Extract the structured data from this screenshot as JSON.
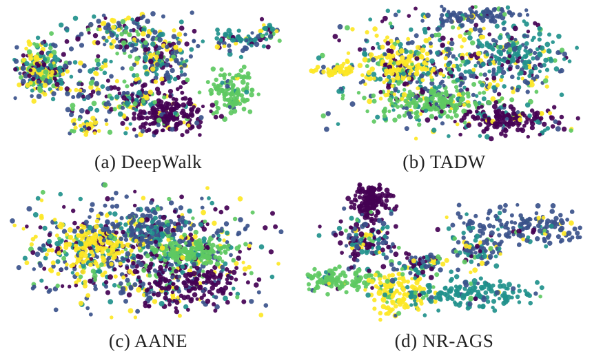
{
  "chart_data": [
    {
      "type": "scatter",
      "title": "(a) DeepWalk",
      "class_colors": [
        "#440154",
        "#3b528b",
        "#21918c",
        "#5ec962",
        "#fde725"
      ],
      "clusters": [
        {
          "cx": 0.12,
          "cy": 0.48,
          "sx": 0.045,
          "sy": 0.09,
          "n": 260,
          "mix": [
            0.15,
            0.2,
            0.2,
            0.2,
            0.25
          ]
        },
        {
          "cx": 0.55,
          "cy": 0.38,
          "sx": 0.06,
          "sy": 0.12,
          "n": 180,
          "mix": [
            0.15,
            0.45,
            0.15,
            0.1,
            0.15
          ]
        },
        {
          "cx": 0.8,
          "cy": 0.62,
          "sx": 0.04,
          "sy": 0.09,
          "n": 120,
          "mix": [
            0.02,
            0.05,
            0.05,
            0.85,
            0.03
          ]
        },
        {
          "cx": 0.57,
          "cy": 0.8,
          "sx": 0.07,
          "sy": 0.07,
          "n": 200,
          "mix": [
            0.8,
            0.05,
            0.05,
            0.05,
            0.05
          ]
        },
        {
          "cx": 0.4,
          "cy": 0.2,
          "sx": 0.08,
          "sy": 0.08,
          "n": 110,
          "mix": [
            0.15,
            0.35,
            0.2,
            0.1,
            0.2
          ]
        },
        {
          "cx": 0.82,
          "cy": 0.26,
          "sx": 0.06,
          "sy": 0.03,
          "n": 70,
          "mix": [
            0.1,
            0.2,
            0.55,
            0.05,
            0.1
          ]
        },
        {
          "cx": 0.93,
          "cy": 0.2,
          "sx": 0.02,
          "sy": 0.03,
          "n": 25,
          "mix": [
            0.1,
            0.3,
            0.3,
            0.2,
            0.1
          ]
        },
        {
          "cx": 0.3,
          "cy": 0.6,
          "sx": 0.09,
          "sy": 0.16,
          "n": 120,
          "mix": [
            0.2,
            0.25,
            0.2,
            0.15,
            0.2
          ]
        },
        {
          "cx": 0.28,
          "cy": 0.88,
          "sx": 0.03,
          "sy": 0.03,
          "n": 30,
          "mix": [
            0.05,
            0.1,
            0.05,
            0.1,
            0.7
          ]
        },
        {
          "cx": 0.45,
          "cy": 0.7,
          "sx": 0.05,
          "sy": 0.05,
          "n": 60,
          "mix": [
            0.2,
            0.3,
            0.2,
            0.1,
            0.2
          ]
        }
      ]
    },
    {
      "type": "scatter",
      "title": "(b) TADW",
      "class_colors": [
        "#440154",
        "#3b528b",
        "#21918c",
        "#5ec962",
        "#fde725"
      ],
      "clusters": [
        {
          "cx": 0.5,
          "cy": 0.48,
          "sx": 0.2,
          "sy": 0.2,
          "n": 500,
          "mix": [
            0.15,
            0.25,
            0.25,
            0.15,
            0.2
          ]
        },
        {
          "cx": 0.6,
          "cy": 0.08,
          "sx": 0.08,
          "sy": 0.03,
          "n": 90,
          "mix": [
            0.05,
            0.8,
            0.05,
            0.05,
            0.05
          ]
        },
        {
          "cx": 0.45,
          "cy": 0.72,
          "sx": 0.1,
          "sy": 0.06,
          "n": 180,
          "mix": [
            0.02,
            0.05,
            0.05,
            0.85,
            0.03
          ]
        },
        {
          "cx": 0.72,
          "cy": 0.85,
          "sx": 0.1,
          "sy": 0.05,
          "n": 150,
          "mix": [
            0.85,
            0.05,
            0.05,
            0.02,
            0.03
          ]
        },
        {
          "cx": 0.12,
          "cy": 0.48,
          "sx": 0.04,
          "sy": 0.02,
          "n": 40,
          "mix": [
            0.02,
            0.03,
            0.05,
            0.05,
            0.85
          ]
        },
        {
          "cx": 0.35,
          "cy": 0.45,
          "sx": 0.07,
          "sy": 0.08,
          "n": 140,
          "mix": [
            0.05,
            0.05,
            0.05,
            0.05,
            0.8
          ]
        },
        {
          "cx": 0.75,
          "cy": 0.35,
          "sx": 0.07,
          "sy": 0.1,
          "n": 140,
          "mix": [
            0.05,
            0.2,
            0.7,
            0.02,
            0.03
          ]
        }
      ]
    },
    {
      "type": "scatter",
      "title": "(c) AANE",
      "class_colors": [
        "#440154",
        "#3b528b",
        "#21918c",
        "#5ec962",
        "#fde725"
      ],
      "clusters": [
        {
          "cx": 0.48,
          "cy": 0.5,
          "sx": 0.22,
          "sy": 0.18,
          "n": 700,
          "mix": [
            0.2,
            0.3,
            0.2,
            0.1,
            0.2
          ]
        },
        {
          "cx": 0.65,
          "cy": 0.48,
          "sx": 0.06,
          "sy": 0.05,
          "n": 160,
          "mix": [
            0.02,
            0.03,
            0.05,
            0.88,
            0.02
          ]
        },
        {
          "cx": 0.3,
          "cy": 0.45,
          "sx": 0.07,
          "sy": 0.08,
          "n": 160,
          "mix": [
            0.05,
            0.05,
            0.05,
            0.03,
            0.82
          ]
        },
        {
          "cx": 0.65,
          "cy": 0.7,
          "sx": 0.1,
          "sy": 0.08,
          "n": 160,
          "mix": [
            0.85,
            0.08,
            0.03,
            0.02,
            0.02
          ]
        },
        {
          "cx": 0.48,
          "cy": 0.3,
          "sx": 0.08,
          "sy": 0.08,
          "n": 150,
          "mix": [
            0.1,
            0.6,
            0.2,
            0.05,
            0.05
          ]
        }
      ]
    },
    {
      "type": "scatter",
      "title": "(d) NR-AGS",
      "class_colors": [
        "#440154",
        "#3b528b",
        "#21918c",
        "#5ec962",
        "#fde725"
      ],
      "clusters": [
        {
          "cx": 0.24,
          "cy": 0.12,
          "sx": 0.03,
          "sy": 0.07,
          "n": 160,
          "mix": [
            0.95,
            0.02,
            0.01,
            0.01,
            0.01
          ]
        },
        {
          "cx": 0.22,
          "cy": 0.4,
          "sx": 0.06,
          "sy": 0.08,
          "n": 140,
          "mix": [
            0.3,
            0.3,
            0.25,
            0.05,
            0.1
          ]
        },
        {
          "cx": 0.1,
          "cy": 0.68,
          "sx": 0.07,
          "sy": 0.04,
          "n": 120,
          "mix": [
            0.02,
            0.03,
            0.05,
            0.88,
            0.02
          ]
        },
        {
          "cx": 0.33,
          "cy": 0.78,
          "sx": 0.05,
          "sy": 0.08,
          "n": 130,
          "mix": [
            0.02,
            0.03,
            0.05,
            0.05,
            0.85
          ]
        },
        {
          "cx": 0.58,
          "cy": 0.78,
          "sx": 0.12,
          "sy": 0.05,
          "n": 170,
          "mix": [
            0.03,
            0.1,
            0.82,
            0.02,
            0.03
          ]
        },
        {
          "cx": 0.78,
          "cy": 0.3,
          "sx": 0.14,
          "sy": 0.06,
          "n": 170,
          "mix": [
            0.03,
            0.8,
            0.1,
            0.02,
            0.05
          ]
        },
        {
          "cx": 0.42,
          "cy": 0.58,
          "sx": 0.05,
          "sy": 0.05,
          "n": 80,
          "mix": [
            0.2,
            0.3,
            0.2,
            0.15,
            0.15
          ]
        },
        {
          "cx": 0.62,
          "cy": 0.48,
          "sx": 0.05,
          "sy": 0.06,
          "n": 80,
          "mix": [
            0.1,
            0.4,
            0.3,
            0.05,
            0.15
          ]
        }
      ]
    }
  ]
}
